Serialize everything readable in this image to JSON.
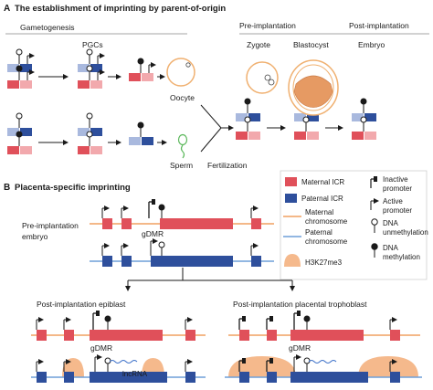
{
  "panel_a": {
    "letter": "A",
    "title": "The establishment of imprinting by parent-of-origin",
    "gametogenesis": "Gametogenesis",
    "pgcs": "PGCs",
    "oocyte": "Oocyte",
    "sperm": "Sperm",
    "fertilization": "Fertilization",
    "pre_implantation": "Pre-implantation",
    "post_implantation": "Post-implantation",
    "zygote": "Zygote",
    "blastocyst": "Blastocyst",
    "embryo": "Embryo"
  },
  "panel_b": {
    "letter": "B",
    "title": "Placenta-specific imprinting",
    "pre_label_line1": "Pre-implantation",
    "pre_label_line2": "embryo",
    "gdmr": "gDMR",
    "epiblast": "Post-implantation epiblast",
    "trophoblast": "Post-implantation placental trophoblast",
    "lncrna": "lncRNA"
  },
  "legend": {
    "maternal_icr": "Maternal ICR",
    "paternal_icr": "Paternal ICR",
    "maternal_chr_1": "Maternal",
    "maternal_chr_2": "chromosome",
    "paternal_chr_1": "Paternal",
    "paternal_chr_2": "chromosome",
    "h3k27me3": "H3K27me3",
    "inactive_1": "Inactive",
    "inactive_2": "promoter",
    "active_1": "Active",
    "active_2": "promoter",
    "unmeth_1": "DNA",
    "unmeth_2": "unmethylation",
    "meth_1": "DNA",
    "meth_2": "methylation"
  },
  "colors": {
    "maternal_red": "#e0505a",
    "maternal_light": "#f2a9ad",
    "paternal_blue": "#2e4f9c",
    "paternal_light": "#a9b9de",
    "maternal_line": "#f0a060",
    "paternal_line": "#6f9fd8",
    "h3k27me3": "#f5b98c",
    "oocyte_ring": "#f0b070",
    "sperm": "#5cb85c"
  }
}
